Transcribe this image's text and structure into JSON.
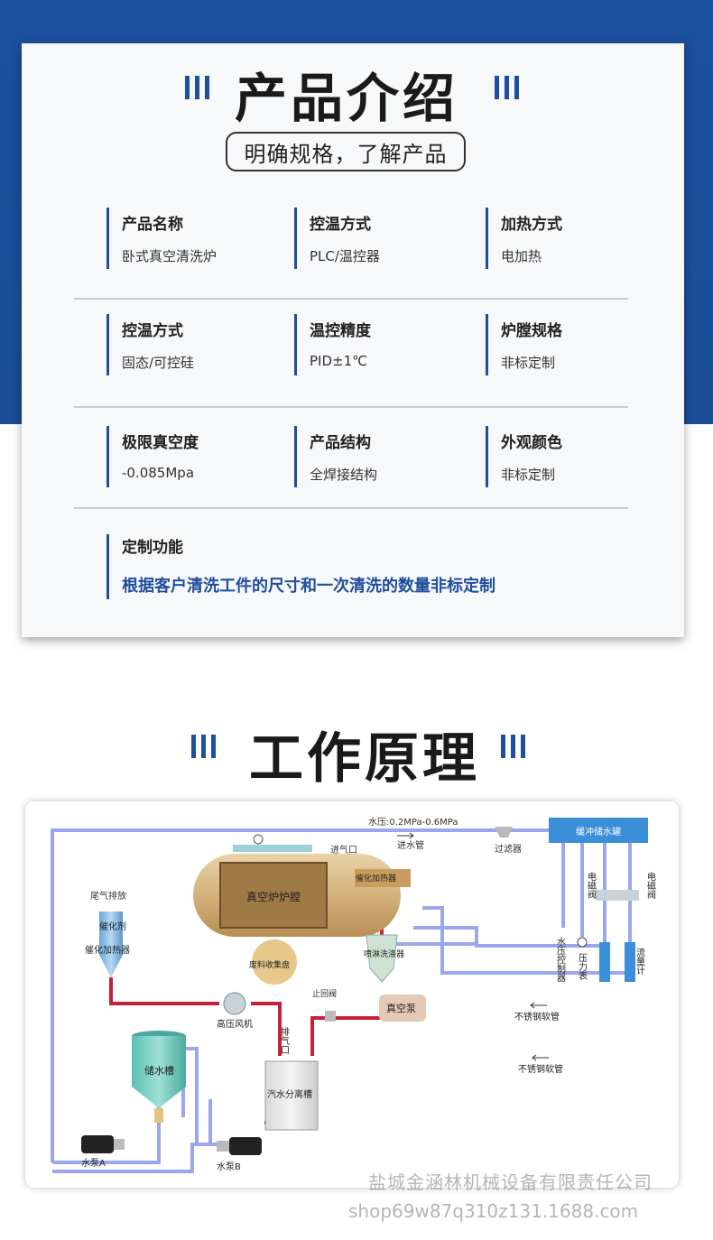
{
  "section1": {
    "title": "产品介绍",
    "subtitle": "明确规格，了解产品",
    "specs": [
      {
        "label": "产品名称",
        "value": "卧式真空清洗炉"
      },
      {
        "label": "控温方式",
        "value": "PLC/温控器"
      },
      {
        "label": "加热方式",
        "value": "电加热"
      },
      {
        "label": "控温方式",
        "value": "固态/可控硅"
      },
      {
        "label": "温控精度",
        "value": "PID±1℃"
      },
      {
        "label": "炉膛规格",
        "value": "非标定制"
      },
      {
        "label": "极限真空度",
        "value": "-0.085Mpa"
      },
      {
        "label": "产品结构",
        "value": "全焊接结构"
      },
      {
        "label": "外观颜色",
        "value": "非标定制"
      }
    ],
    "custom": {
      "label": "定制功能",
      "value": "根据客户清洗工件的尺寸和一次清洗的数量非标定制"
    }
  },
  "section2": {
    "title": "工作原理",
    "diagram": {
      "water_pressure": "水压:0.2MPa-0.6MPa",
      "inlet_pipe": "进水管",
      "filter": "过滤器",
      "buffer_tank": "缓冲储水罐",
      "air_inlet": "进气口",
      "furnace": "真空炉炉膛",
      "catalytic_heater_top": "催化加热器",
      "waste_tray": "废料收集盘",
      "exhaust": "尾气排放",
      "catalyst": "催化剂",
      "catalytic_heater": "催化加热器",
      "spray_washer": "喷淋洗涤器",
      "vacuum_pump": "真空泵",
      "check_valve": "止回阀",
      "blower": "高压风机",
      "vent": "排气口",
      "separator": "汽水分离槽",
      "storage_tank": "储水槽",
      "pump_a": "水泵A",
      "pump_b": "水泵B",
      "hose1": "不锈钢软管",
      "hose2": "不锈钢软管",
      "pressure_controller": "水压控制器",
      "pressure_gauge": "压力表",
      "flowmeter": "流量计",
      "solenoid1": "电磁阀",
      "solenoid2": "电磁阀"
    }
  },
  "watermark": {
    "company": "盐城金涵林机械设备有限责任公司",
    "shop": "shop69w87q310z131.1688.com"
  }
}
